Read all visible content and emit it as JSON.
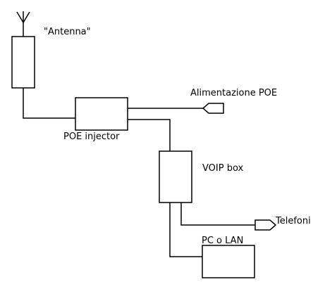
{
  "diagram": {
    "labels": {
      "antenna": "\"Antenna\"",
      "poe_power": "Alimentazione POE",
      "poe_injector": "POE injector",
      "voip_box": "VOIP box",
      "telefoni": "Telefoni",
      "pc_lan": "PC o LAN"
    },
    "icons": {
      "antenna": "antenna-icon",
      "power_connector": "plug-connector-icon",
      "phone_connector": "plug-connector-icon"
    },
    "colors": {
      "stroke": "#000000",
      "fill": "#ffffff"
    }
  }
}
